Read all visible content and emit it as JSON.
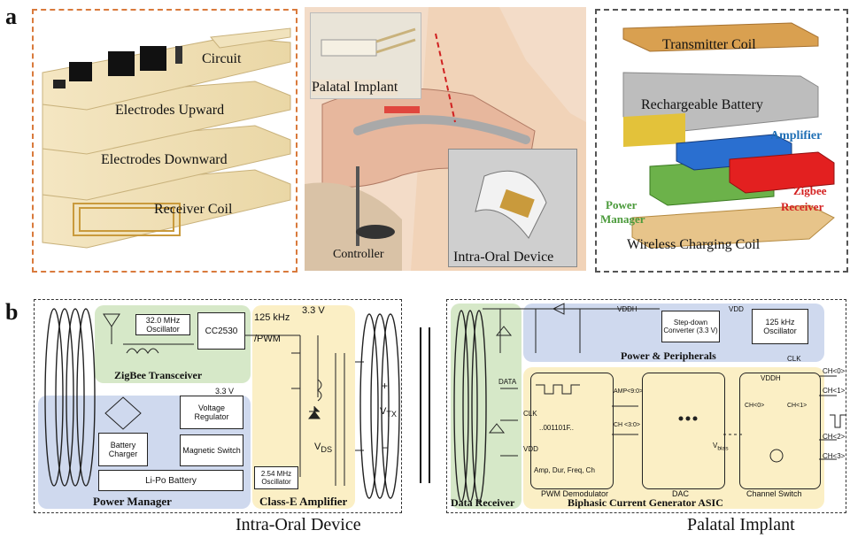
{
  "panel_a": {
    "letter": "a",
    "left_labels": [
      "Circuit",
      "Electrodes Upward",
      "Electrodes Downward",
      "Receiver Coil"
    ],
    "center_labels": {
      "palatal": "Palatal Implant",
      "controller": "Controller",
      "intraoral": "Intra-Oral Device"
    },
    "right_labels": {
      "transmitter": "Transmitter Coil",
      "battery": "Rechargeable Battery",
      "amplifier": "Amplifier",
      "power_manager_1": "Power",
      "power_manager_2": "Manager",
      "zigbee_1": "Zigbee",
      "zigbee_2": "Receiver",
      "wireless": "Wireless Charging Coil"
    }
  },
  "panel_b": {
    "letter": "b",
    "left": {
      "caption": "Intra-Oral Device",
      "zigbee_title": "ZigBee Transceiver",
      "oscillator": "32.0 MHz Oscillator",
      "cc2530": "CC2530",
      "freq_label": "125 kHz",
      "pwm_label": "/PWM",
      "v33_top": "3.3 V",
      "v33_mid": "3.3 V",
      "voltage_regulator": "Voltage Regulator",
      "battery_charger": "Battery Charger",
      "magnetic_switch": "Magnetic Switch",
      "lipo": "Li-Po Battery",
      "power_manager_title": "Power Manager",
      "osc254": "2.54 MHz Oscillator",
      "classe_title": "Class-E Amplifier",
      "vds": "V",
      "vds_sub": "DS",
      "vtx": "V",
      "vtx_sub": "TX",
      "plus": "+",
      "minus": "−"
    },
    "right": {
      "caption": "Palatal Implant",
      "vddh_top": "VDDH",
      "vdd_top": "VDD",
      "stepdown": "Step-down Converter (3.3 V)",
      "osc125": "125 kHz Oscillator",
      "power_title": "Power & Peripherals",
      "clk_top": "CLK",
      "data": "DATA",
      "clk": "CLK",
      "vdd": "VDD",
      "pwm_bits": "..001101F..",
      "pwm_params": "Amp, Dur, Freq, Ch",
      "amp_bus": "AMP<9:0>",
      "ch_bus": "CH <3:0>",
      "pwm_demod": "PWM Demodulator",
      "dac": "DAC",
      "vbias": "V",
      "vbias_sub": "bias",
      "vddh_sw": "VDDH",
      "ch_sw": "Channel Switch",
      "ch0": "CH<0>",
      "ch1": "CH<1>",
      "ch2": "CH<2>",
      "ch3": "CH<3>",
      "chsw_a": "CH<0>",
      "chsw_b": "CH<1>",
      "data_receiver": "Data Receiver",
      "asic_title": "Biphasic Current Generator ASIC"
    }
  },
  "colors": {
    "orange_border": "#d97a3c",
    "blue_region": "#cfd9ee",
    "green_region": "#d6e8c8",
    "yellow_region": "#fbefc5",
    "amplifier_text": "#1f6fb5",
    "zigbee_text": "#d42020",
    "power_text": "#4a9a3a"
  }
}
